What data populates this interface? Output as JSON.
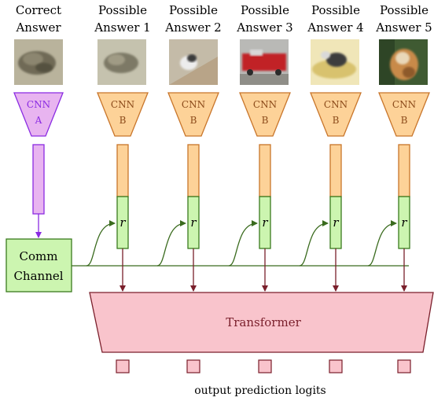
{
  "columns": [
    {
      "header_line1": "Correct",
      "header_line2": "Answer",
      "cnn_line1": "CNN",
      "cnn_line2": "A",
      "image_subject": "frog-photo"
    },
    {
      "header_line1": "Possible",
      "header_line2": "Answer 1",
      "cnn_line1": "CNN",
      "cnn_line2": "B",
      "image_subject": "frog-photo"
    },
    {
      "header_line1": "Possible",
      "header_line2": "Answer 2",
      "cnn_line1": "CNN",
      "cnn_line2": "B",
      "image_subject": "bird-photo"
    },
    {
      "header_line1": "Possible",
      "header_line2": "Answer 3",
      "cnn_line1": "CNN",
      "cnn_line2": "B",
      "image_subject": "red-truck-photo"
    },
    {
      "header_line1": "Possible",
      "header_line2": "Answer 4",
      "cnn_line1": "CNN",
      "cnn_line2": "B",
      "image_subject": "dog-photo"
    },
    {
      "header_line1": "Possible",
      "header_line2": "Answer 5",
      "cnn_line1": "CNN",
      "cnn_line2": "B",
      "image_subject": "cat-photo"
    }
  ],
  "comm_channel": {
    "line1": "Comm",
    "line2": "Channel"
  },
  "r_label": "r",
  "transformer_label": "Transformer",
  "output_label": "output prediction logits",
  "colors": {
    "cnn_a_fill": "#E8B4F0",
    "cnn_a_stroke": "#8A2BE2",
    "cnn_a_text": "#8A2BE2",
    "cnn_b_fill": "#FDD298",
    "cnn_b_stroke": "#C8752A",
    "cnn_b_text": "#8B4A1A",
    "r_fill": "#CCF5B0",
    "r_stroke": "#3A7A1E",
    "comm_fill": "#CCF5B0",
    "comm_stroke": "#3A7A1E",
    "green_line": "#3A6B1E",
    "arrow_dark": "#7A1F2B",
    "transformer_fill": "#F9C4CC",
    "transformer_stroke": "#7A1F2B",
    "transformer_text": "#7A1F2B",
    "purple_arrow": "#8A2BE2"
  }
}
